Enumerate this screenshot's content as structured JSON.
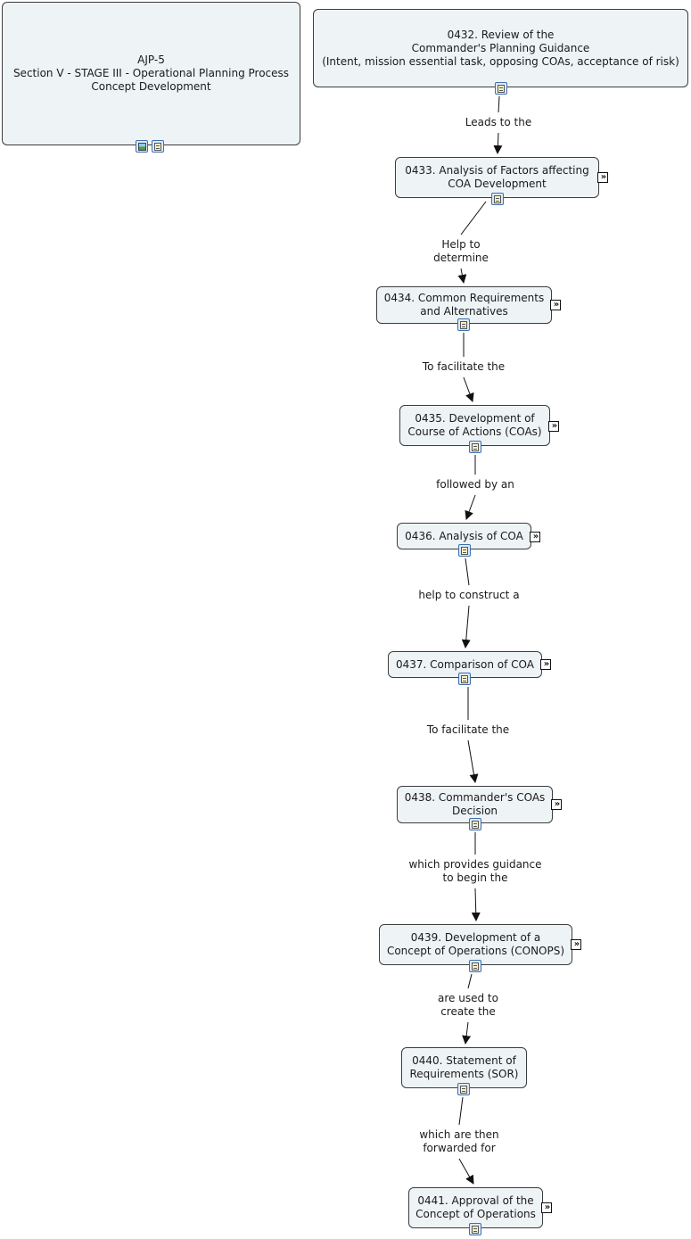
{
  "header_node": {
    "lines": [
      "AJP-5",
      "Section V - STAGE III - Operational Planning Process",
      "Concept Development"
    ]
  },
  "nodes": [
    {
      "id": "n0432",
      "lines": [
        "0432. Review of the",
        "Commander's Planning Guidance",
        "(Intent, mission essential task, opposing COAs, acceptance of risk)"
      ],
      "has_expand": false
    },
    {
      "id": "n0433",
      "lines": [
        "0433. Analysis of Factors affecting",
        "COA Development"
      ],
      "has_expand": true
    },
    {
      "id": "n0434",
      "lines": [
        "0434. Common Requirements",
        "and Alternatives"
      ],
      "has_expand": true
    },
    {
      "id": "n0435",
      "lines": [
        "0435. Development of",
        "Course of Actions (COAs)"
      ],
      "has_expand": true
    },
    {
      "id": "n0436",
      "lines": [
        "0436. Analysis of COA"
      ],
      "has_expand": true
    },
    {
      "id": "n0437",
      "lines": [
        "0437. Comparison of COA"
      ],
      "has_expand": true
    },
    {
      "id": "n0438",
      "lines": [
        "0438. Commander's COAs",
        "Decision"
      ],
      "has_expand": true
    },
    {
      "id": "n0439",
      "lines": [
        "0439. Development of a",
        "Concept of Operations (CONOPS)"
      ],
      "has_expand": true
    },
    {
      "id": "n0440",
      "lines": [
        "0440. Statement of",
        "Requirements (SOR)"
      ],
      "has_expand": false
    },
    {
      "id": "n0441",
      "lines": [
        "0441. Approval of the",
        "Concept of Operations"
      ],
      "has_expand": true
    }
  ],
  "links": [
    {
      "from": "n0432",
      "to": "n0433",
      "lines": [
        "Leads to the"
      ]
    },
    {
      "from": "n0433",
      "to": "n0434",
      "lines": [
        "Help to",
        "determine"
      ]
    },
    {
      "from": "n0434",
      "to": "n0435",
      "lines": [
        "To facilitate the"
      ]
    },
    {
      "from": "n0435",
      "to": "n0436",
      "lines": [
        "followed by an"
      ]
    },
    {
      "from": "n0436",
      "to": "n0437",
      "lines": [
        "help to construct a"
      ]
    },
    {
      "from": "n0437",
      "to": "n0438",
      "lines": [
        "To facilitate the"
      ]
    },
    {
      "from": "n0438",
      "to": "n0439",
      "lines": [
        "which provides guidance",
        "to begin the"
      ]
    },
    {
      "from": "n0439",
      "to": "n0440",
      "lines": [
        "are used to",
        "create the"
      ]
    },
    {
      "from": "n0440",
      "to": "n0441",
      "lines": [
        "which are then",
        "forwarded for"
      ]
    }
  ],
  "icons": {
    "document": "document-icon",
    "image": "image-icon",
    "expand": "expand-icon",
    "expand_glyph": "»"
  },
  "colors": {
    "node_fill": "#eef3f6",
    "node_border": "#3d3d3d",
    "arrow": "#111111"
  }
}
